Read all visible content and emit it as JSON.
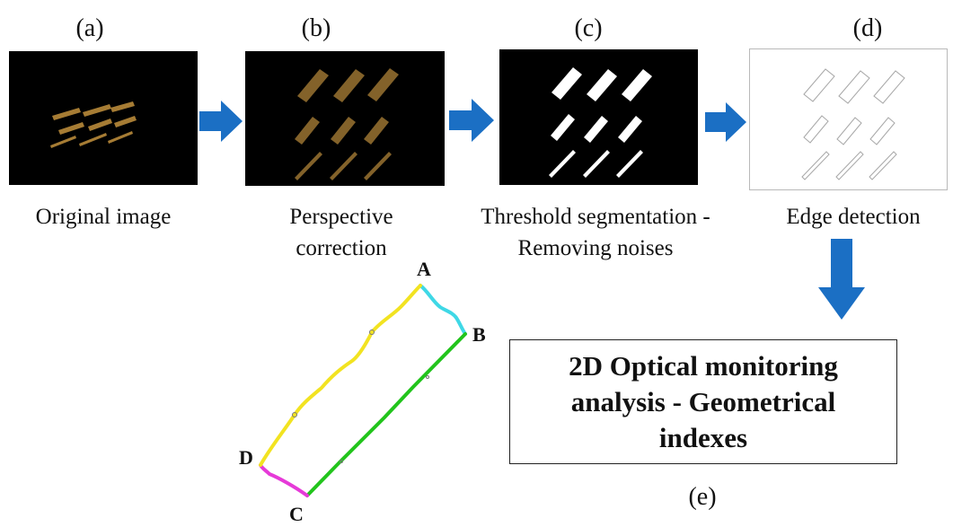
{
  "steps": [
    {
      "letter": "(a)",
      "caption_lines": [
        "Original image"
      ]
    },
    {
      "letter": "(b)",
      "caption_lines": [
        "Perspective",
        "correction"
      ]
    },
    {
      "letter": "(c)",
      "caption_lines": [
        "Threshold segmentation -",
        "Removing noises"
      ]
    },
    {
      "letter": "(d)",
      "caption_lines": [
        "Edge detection"
      ]
    }
  ],
  "result": {
    "letter": "(e)",
    "lines": [
      "2D Optical monitoring",
      "analysis - Geometrical",
      "indexes"
    ]
  },
  "corners": {
    "a": "A",
    "b": "B",
    "c": "C",
    "d": "D"
  },
  "colors": {
    "arrow": "#1b6fc4",
    "specimen": "#b88a3a",
    "edge_ab": "#3fd8e6",
    "edge_bc": "#22c41c",
    "edge_cd": "#e63ad8",
    "edge_da": "#f2e321"
  }
}
